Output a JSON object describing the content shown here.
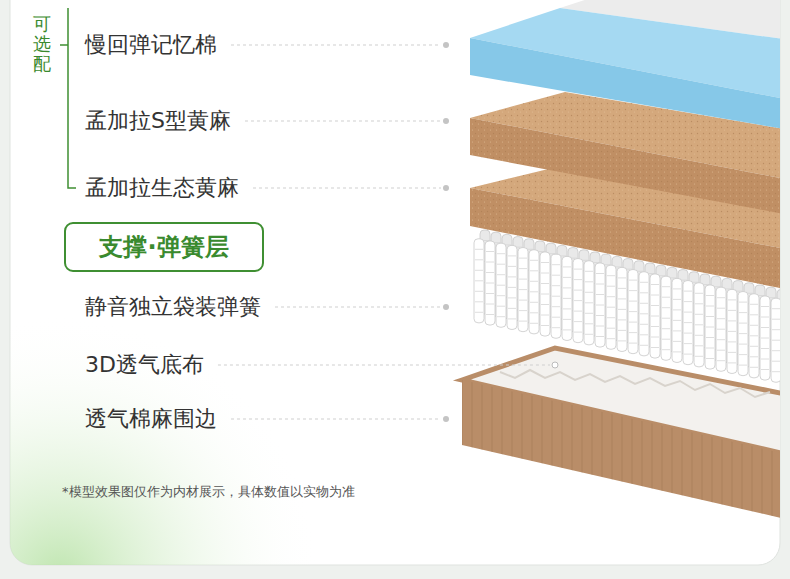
{
  "diagram": {
    "nodes": [
      {
        "text": [
          "支撑·弹簧层"
        ]
      }
    ],
    "labels": [
      "可选配",
      "慢回弹记忆棉",
      "孟加拉S型黄麻",
      "孟加拉生态黄麻",
      "静音独立袋装弹簧",
      "3D透气底布",
      "透气棉麻围边",
      "*模型效果图仅作为内材展示，具体数值以实物为准"
    ]
  }
}
